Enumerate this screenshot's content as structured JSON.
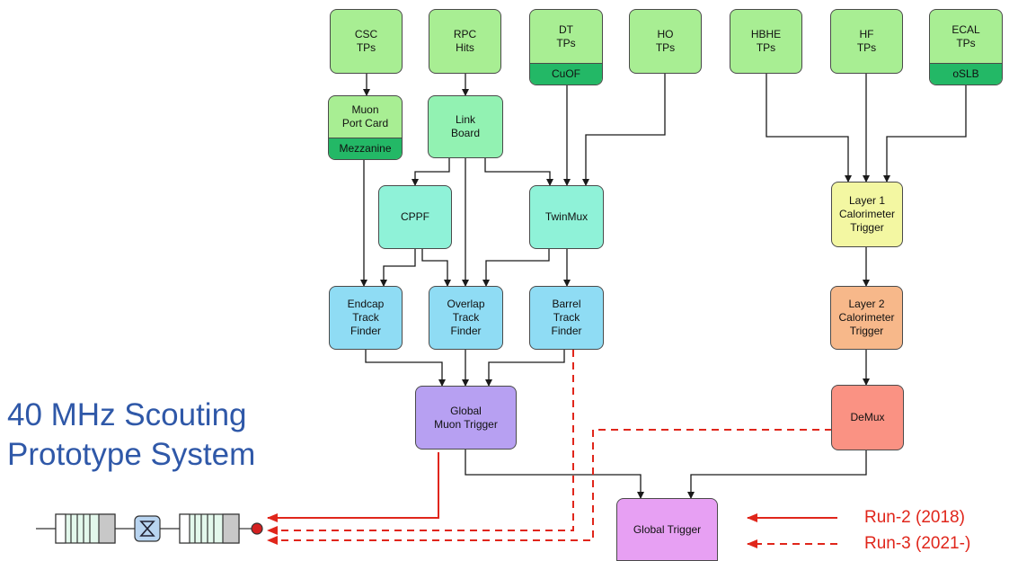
{
  "title": "40 MHz Scouting\nPrototype System",
  "boxes": {
    "csc": "CSC\nTPs",
    "rpc": "RPC\nHits",
    "dt": "DT\nTPs",
    "dt_sub": "CuOF",
    "ho": "HO\nTPs",
    "hbhe": "HBHE\nTPs",
    "hf": "HF\nTPs",
    "ecal": "ECAL\nTPs",
    "ecal_sub": "oSLB",
    "muon_port_card": "Muon\nPort Card",
    "mpc_sub": "Mezzanine",
    "link_board": "Link\nBoard",
    "cppf": "CPPF",
    "twinmux": "TwinMux",
    "layer1": "Layer 1\nCalorimeter\nTrigger",
    "layer2": "Layer 2\nCalorimeter\nTrigger",
    "endcap": "Endcap\nTrack\nFinder",
    "overlap": "Overlap\nTrack\nFinder",
    "barrel": "Barrel\nTrack\nFinder",
    "gmt": "Global\nMuon Trigger",
    "demux": "DeMux",
    "global_trigger": "Global Trigger"
  },
  "legend": {
    "run2": "Run-2 (2018)",
    "run3": "Run-3 (2021-)"
  },
  "colors": {
    "arrow": "#1a1a1a",
    "scouting": "#e0261b",
    "title": "#2f58a8"
  }
}
